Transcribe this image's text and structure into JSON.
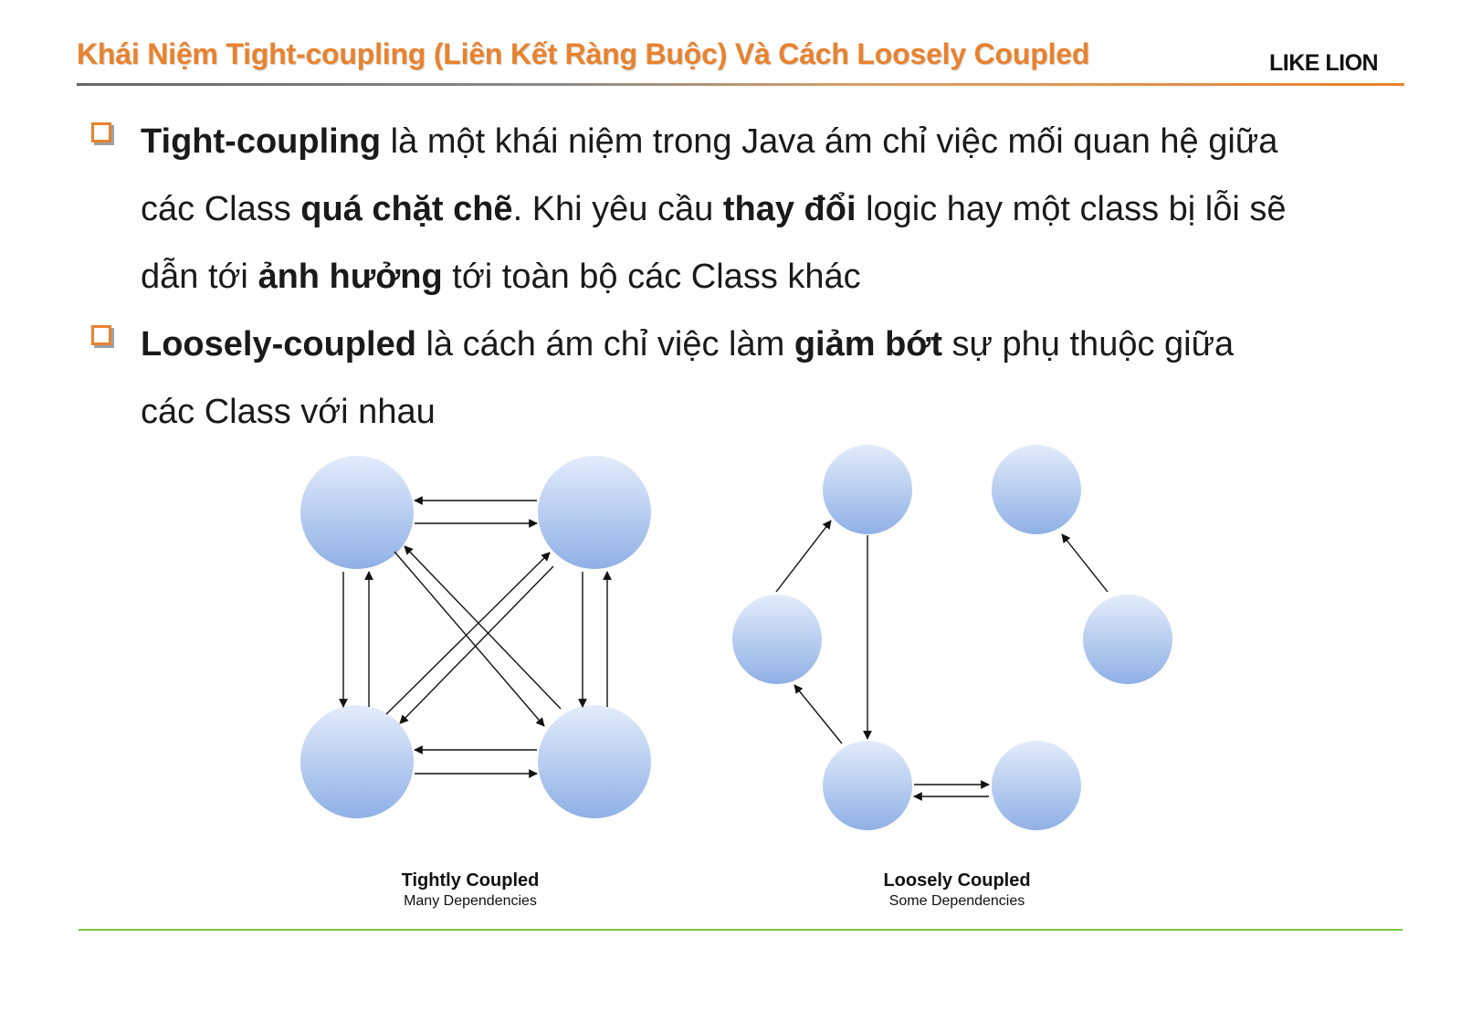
{
  "header": {
    "title": "Khái Niệm Tight-coupling (Liên Kết Ràng Buộc) Và Cách Loosely Coupled",
    "logo": "LIKE LION"
  },
  "bullets": [
    {
      "lines": [
        [
          {
            "text": "Tight-coupling",
            "bold": true
          },
          {
            "text": " là một khái niệm trong Java ám chỉ việc mối quan hệ giữa",
            "bold": false
          }
        ],
        [
          {
            "text": "các Class ",
            "bold": false
          },
          {
            "text": "quá chặt chẽ",
            "bold": true
          },
          {
            "text": ". Khi yêu cầu ",
            "bold": false
          },
          {
            "text": "thay đổi",
            "bold": true
          },
          {
            "text": " logic hay một class bị lỗi sẽ",
            "bold": false
          }
        ],
        [
          {
            "text": "dẫn tới ",
            "bold": false
          },
          {
            "text": "ảnh hưởng",
            "bold": true
          },
          {
            "text": " tới toàn bộ các Class khác",
            "bold": false
          }
        ]
      ]
    },
    {
      "lines": [
        [
          {
            "text": "Loosely-coupled",
            "bold": true
          },
          {
            "text": " là cách ám chỉ việc làm ",
            "bold": false
          },
          {
            "text": "giảm bớt",
            "bold": true
          },
          {
            "text": " sự phụ thuộc giữa",
            "bold": false
          }
        ],
        [
          {
            "text": "các Class với nhau",
            "bold": false
          }
        ]
      ]
    }
  ],
  "diagram": {
    "tight": {
      "caption_title": "Tightly Coupled",
      "caption_sub": "Many Dependencies",
      "nodes": 4,
      "dependencies": 12
    },
    "loose": {
      "caption_title": "Loosely Coupled",
      "caption_sub": "Some Dependencies",
      "nodes": 6,
      "dependencies": 6
    },
    "colors": {
      "node_top": "#e3ecfb",
      "node_bottom": "#8fb0e6",
      "arrow": "#111111"
    }
  },
  "colors": {
    "title": "#e9822e",
    "bullet_box": "#e9822e",
    "rule_bottom": "#7ac943"
  }
}
